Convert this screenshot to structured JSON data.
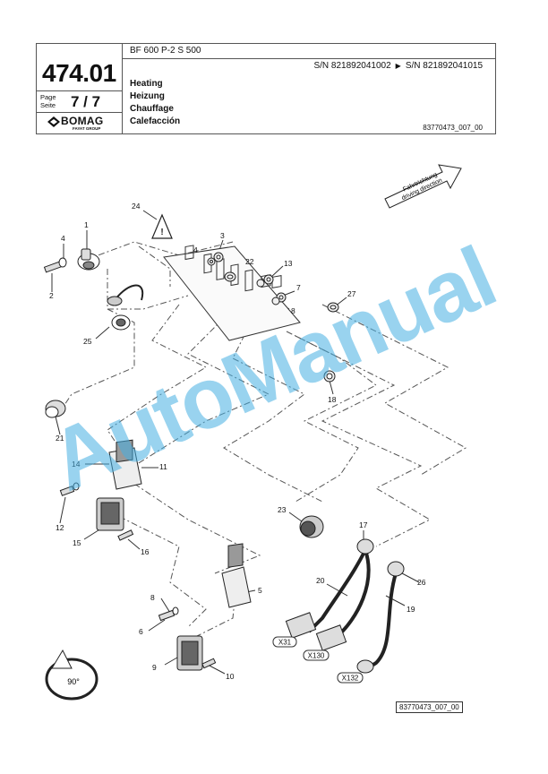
{
  "header": {
    "page_code": "474.01",
    "page_label_en": "Page",
    "page_label_de": "Seite",
    "page_num": "7 / 7",
    "model": "BF 600 P-2 S 500",
    "serial_from": "S/N 821892041002",
    "serial_to": "S/N 821892041015",
    "titles": [
      "Heating",
      "Heizung",
      "Chauffage",
      "Calefacción"
    ],
    "doc_ref": "83770473_007_00",
    "brand": "BOMAG",
    "brand_sub": "FAYAT GROUP"
  },
  "direction_arrow": {
    "line1": "Fahrtrichtung",
    "line2": "driving direction"
  },
  "callouts": [
    "1",
    "2",
    "3",
    "4",
    "5",
    "6",
    "7",
    "8",
    "9",
    "10",
    "11",
    "12",
    "13",
    "14",
    "15",
    "16",
    "17",
    "18",
    "19",
    "20",
    "21",
    "22",
    "23",
    "24",
    "25",
    "26",
    "27"
  ],
  "connector_labels": [
    "X31",
    "X130",
    "X132"
  ],
  "rotation_label": "90°",
  "watermark": "AutoManual",
  "footer_code": "83770473_007_00"
}
